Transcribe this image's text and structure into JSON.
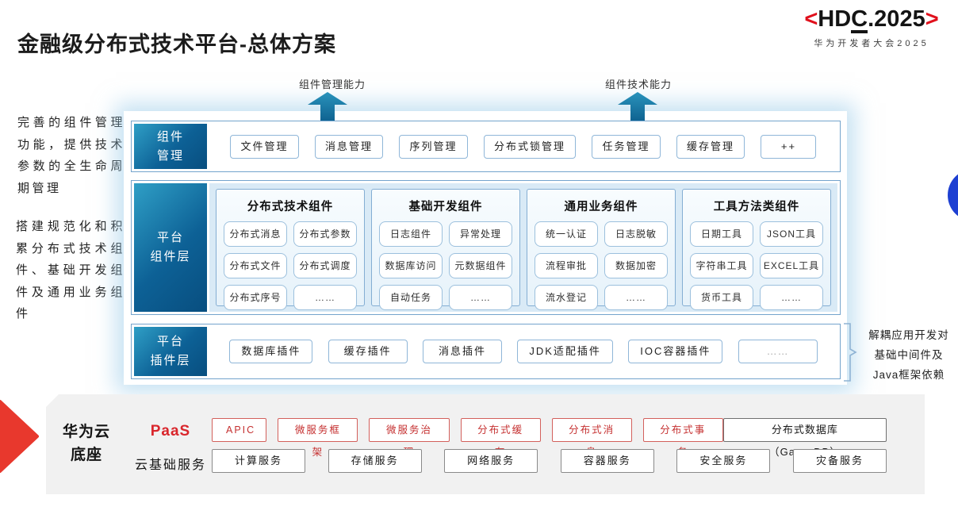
{
  "title": "金融级分布式技术平台-总体方案",
  "logo": {
    "left_bracket": "<",
    "text_pre": "HD",
    "text_c": "C",
    "text_post": ".2025",
    "right_bracket": ">",
    "subtitle": "华为开发者大会2025"
  },
  "annotations": {
    "left_top": "完善的组件管理功能，提供技术参数的全生命周期管理",
    "left_bottom": "搭建规范化和积累分布式技术组件、基础开发组件及通用业务组件",
    "right_lines": [
      "解耦应用开发对",
      "基础中间件及",
      "Java框架依赖"
    ]
  },
  "arrows": [
    {
      "label": "组件管理能力"
    },
    {
      "label": "组件技术能力"
    }
  ],
  "rows": {
    "management": {
      "label": "组件\n管理",
      "items": [
        "文件管理",
        "消息管理",
        "序列管理",
        "分布式锁管理",
        "任务管理",
        "缓存管理",
        "++"
      ]
    },
    "components": {
      "label": "平台\n组件层",
      "columns": [
        {
          "header": "分布式技术组件",
          "items": [
            "分布式消息",
            "分布式参数",
            "分布式文件",
            "分布式调度",
            "分布式序号",
            "……"
          ]
        },
        {
          "header": "基础开发组件",
          "items": [
            "日志组件",
            "异常处理",
            "数据库访问",
            "元数据组件",
            "自动任务",
            "……"
          ]
        },
        {
          "header": "通用业务组件",
          "items": [
            "统一认证",
            "日志脱敏",
            "流程审批",
            "数据加密",
            "流水登记",
            "……"
          ]
        },
        {
          "header": "工具方法类组件",
          "items": [
            "日期工具",
            "JSON工具",
            "字符串工具",
            "EXCEL工具",
            "货币工具",
            "……"
          ]
        }
      ]
    },
    "plugins": {
      "label": "平台\n插件层",
      "items": [
        "数据库插件",
        "缓存插件",
        "消息插件",
        "JDK适配插件",
        "IOC容器插件",
        "……"
      ]
    }
  },
  "foundation": {
    "label": "华为云\n底座",
    "paas": {
      "label": "PaaS",
      "items": [
        "APIC",
        "微服务框架",
        "微服务治理",
        "分布式缓存",
        "分布式消息",
        "分布式事务"
      ],
      "db_item": "分布式数据库（GaussDB）"
    },
    "iaas": {
      "label": "云基础服务",
      "items": [
        "计算服务",
        "存储服务",
        "网络服务",
        "容器服务",
        "安全服务",
        "灾备服务"
      ]
    }
  },
  "colors": {
    "layer_label_gradient_start": "#2f9fc6",
    "layer_label_gradient_end": "#084e7f",
    "row_border": "#74a4cd",
    "chip_border": "#8fb6d8",
    "arrow_blue": "#15739f",
    "hdc_red": "#e0101c",
    "paas_red": "#d9262c",
    "red_chip_text": "#c53030",
    "foundation_gray": "#f1f1f1",
    "circle_blue": "#1e40d2"
  }
}
